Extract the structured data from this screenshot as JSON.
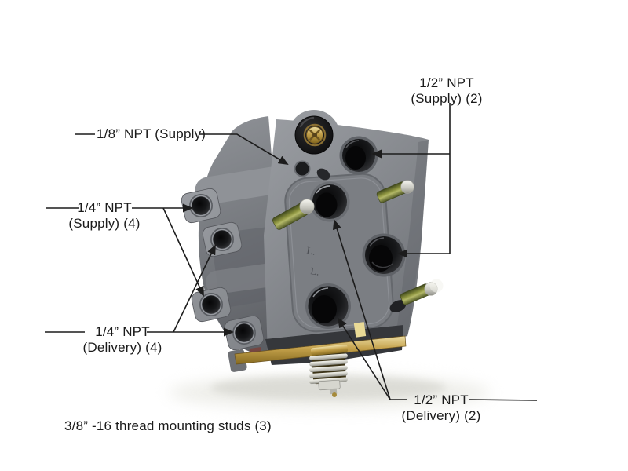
{
  "figure": {
    "kind": "annotated-product-diagram",
    "subject": "cast aluminum pneumatic relay valve with callouts for port sizes",
    "background_color": "#ffffff"
  },
  "labels": {
    "supply_half": {
      "line1": "1/2” NPT",
      "line2": "(Supply) (2)",
      "arrows": 2
    },
    "supply_eighth": {
      "text": "1/8” NPT (Supply)",
      "arrows": 1
    },
    "supply_quarter": {
      "line1": "1/4” NPT",
      "line2": "(Supply) (4)",
      "arrows": 2
    },
    "delivery_quarter": {
      "line1": "1/4” NPT",
      "line2": "(Delivery) (4)",
      "arrows": 2
    },
    "delivery_half": {
      "line1": "1/2” NPT",
      "line2": "(Delivery) (2)",
      "arrows": 2
    },
    "mounting_studs": {
      "text": "3/8” -16 thread mounting studs (3)",
      "arrows": 0
    }
  },
  "colors": {
    "line": "#1c1c1c",
    "text": "#1b1b1b",
    "body_gray_light": "#9b9ea3",
    "body_gray_dark": "#686b70",
    "port_dark": "#141416",
    "brass": "#c3a04a",
    "stud_olive": "#8d9440",
    "stud_tip_silver": "#f0f0ea"
  }
}
